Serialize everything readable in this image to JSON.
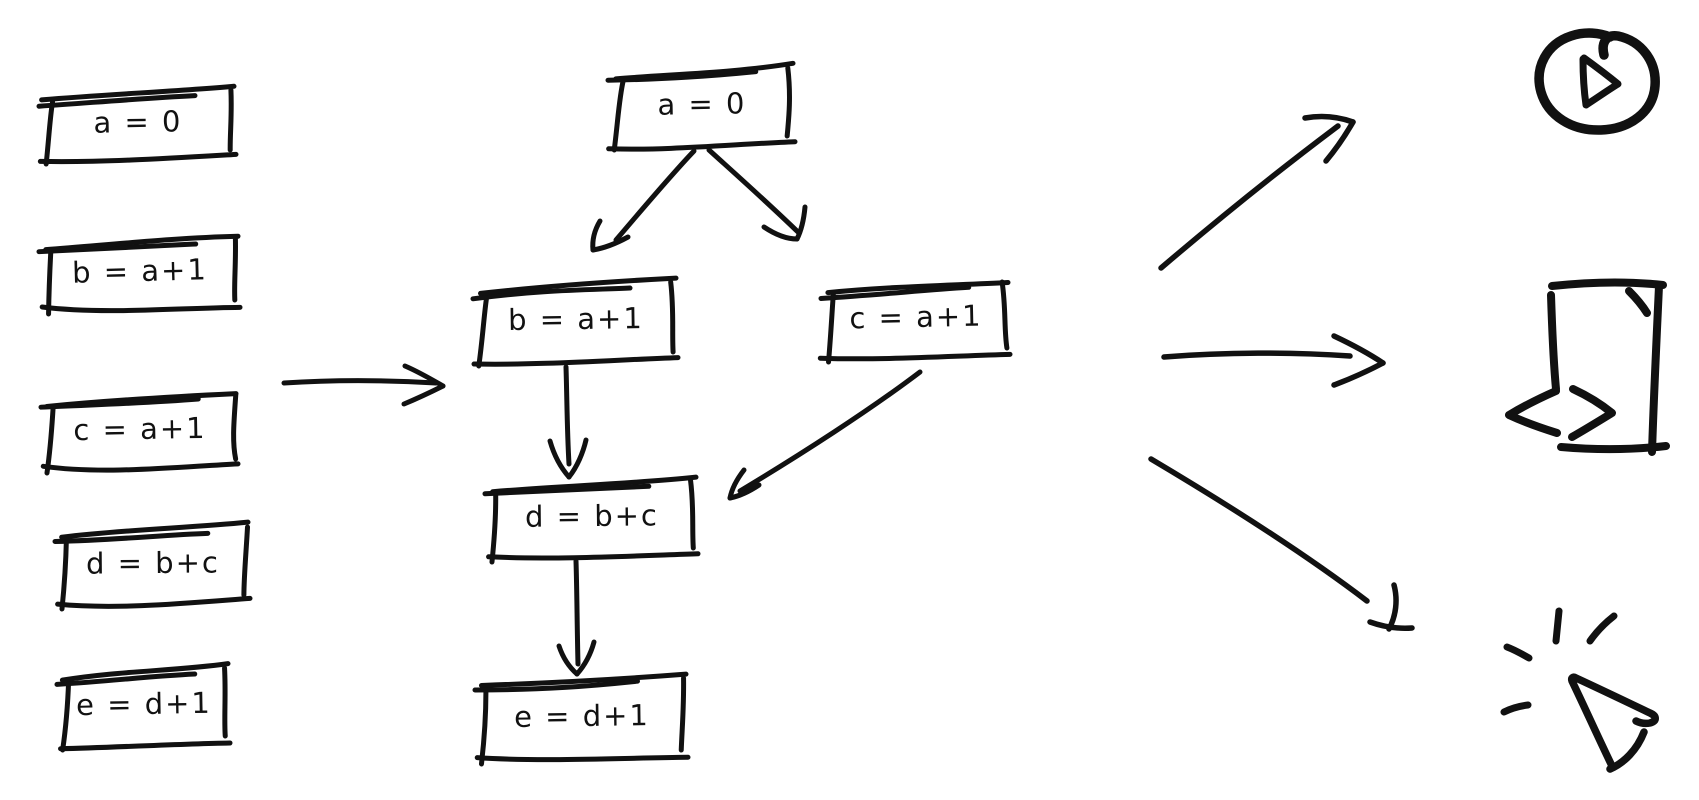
{
  "colors": {
    "ink": "#111111",
    "background": "#ffffff"
  },
  "source_list": {
    "items": [
      {
        "text": "a = 0"
      },
      {
        "text": "b = a+1"
      },
      {
        "text": "c = a+1"
      },
      {
        "text": "d = b+c"
      },
      {
        "text": "e = d+1"
      }
    ]
  },
  "graph": {
    "nodes": [
      {
        "id": "a",
        "label": "a = 0"
      },
      {
        "id": "b",
        "label": "b = a+1"
      },
      {
        "id": "c",
        "label": "c = a+1"
      },
      {
        "id": "d",
        "label": "d = b+c"
      },
      {
        "id": "e",
        "label": "e = d+1"
      }
    ],
    "edges": [
      {
        "from": "a",
        "to": "b"
      },
      {
        "from": "a",
        "to": "c"
      },
      {
        "from": "b",
        "to": "d"
      },
      {
        "from": "c",
        "to": "d"
      },
      {
        "from": "d",
        "to": "e"
      }
    ]
  },
  "outputs": [
    {
      "icon": "play-icon"
    },
    {
      "icon": "code-block-icon"
    },
    {
      "icon": "cursor-click-icon"
    }
  ]
}
